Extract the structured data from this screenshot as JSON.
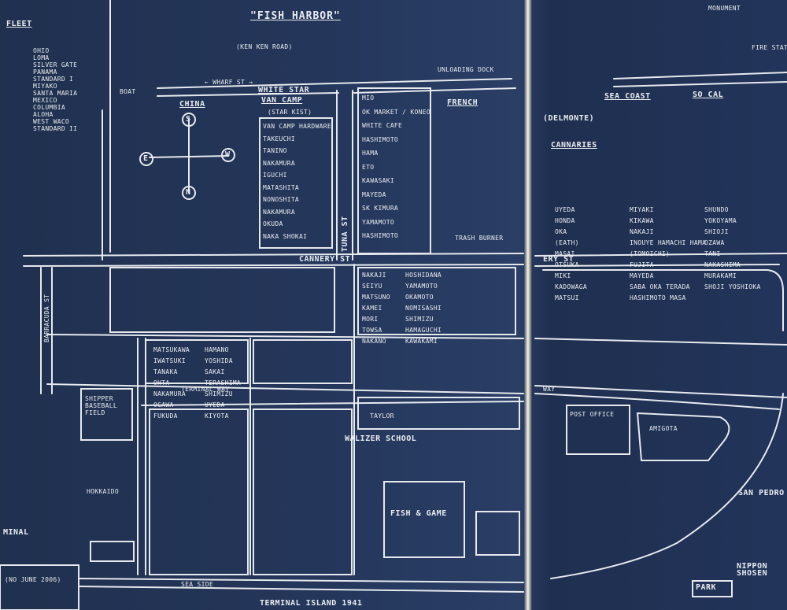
{
  "title": "\"FISH HARBOR\"",
  "subtitle": "(KEN KEN ROAD)",
  "top_left": "FLEET",
  "compass": {
    "s": "S",
    "e": "E",
    "w": "W",
    "n": "N"
  },
  "streets": {
    "wharf": "← WHARF ST →",
    "cannery": "CANNERY ST",
    "tuna": "TUNA ST",
    "barracuda": "BARRACUDA ST",
    "terminal_way": "TERMINAL WAY",
    "sea_side": "SEA SIDE",
    "cannery_st_r": "ERY ST",
    "way_r": "WAY"
  },
  "canneries": {
    "china": "CHINA",
    "white_star": "WHITE STAR",
    "van_camp": "VAN CAMP",
    "star_kist": "(STAR KIST)",
    "french": "FRENCH",
    "sea_coast": "SEA COAST",
    "so_cal": "SO CAL",
    "del_monte": "(DELMONTE)",
    "canneries": "CANNARIES"
  },
  "places": {
    "boat": "BOAT",
    "unload": "UNLOADING DOCK",
    "trash": "TRASH BURNER",
    "fish_game": "FISH & GAME",
    "walizer": "WALIZER SCHOOL",
    "shipper": "SHIPPER BASEBALL FIELD",
    "hokkaido": "HOKKAIDO",
    "minal": "MINAL",
    "park": "PARK",
    "nippon": "NIPPON SHOSEN",
    "san_pedro": "SAN PEDRO",
    "amigota": "AMIGOTA",
    "post_office": "POST OFFICE",
    "taylor": "TAYLOR",
    "monument": "MONUMENT",
    "fire": "FIRE STATION",
    "date": "(NO JUNE 2006)",
    "bottom": "TERMINAL ISLAND 1941"
  },
  "fleet_list": [
    "OHIO",
    "LOMA",
    "SILVER GATE",
    "PANAMA",
    "STANDARD I",
    "MIYAKO",
    "SANTA MARIA",
    "MEXICO",
    "COLUMBIA",
    "ALOHA",
    "WEST WACO",
    "STANDARD II"
  ],
  "vancamp_names": [
    "VAN CAMP HARDWARE",
    "TAKEUCHI",
    "TANINO",
    "NAKAMURA",
    "IGUCHI",
    "MATASHITA",
    "NONOSHITA",
    "NAKAMURA",
    "OKUDA",
    "NAKA SHOKAI"
  ],
  "tuna_names": [
    "MIO",
    "OK MARKET / KONEO",
    "WHITE CAFE",
    "HASHIMOTO",
    "HAMA",
    "ETO",
    "KAWASAKI",
    "MAYEDA",
    "SK KIMURA",
    "YAMAMOTO",
    "HASHIMOTO"
  ],
  "right_names": [
    "UYEDA",
    "HONDA",
    "OKA",
    "(EATH)",
    "MASAI",
    "OTSUKA",
    "MIKI",
    "KADOWAGA",
    "MATSUI",
    "MIYAKI",
    "KIKAWA",
    "NAKAJI",
    "INOUYE HAMACHI HAMA",
    "(TOMOICHI)",
    "FUJITA",
    "MAYEDA",
    "SABA OKA TERADA",
    "HASHIMOTO MASA",
    "SHUNDO",
    "YOKOYAMA",
    "SHIOJI",
    "OZAWA",
    "TANI",
    "NAKASHIMA",
    "MURAKAMI",
    "SHOJI YOSHIOKA"
  ],
  "mid_names": [
    "NAKAJI",
    "SEIYU",
    "MATSUNO",
    "KAMEI",
    "MORI",
    "TOWSA",
    "NAKANO",
    "HOSHIDANA",
    "YAMAMOTO",
    "OKAMOTO",
    "NOMISASHI",
    "SHIMIZU",
    "HAMAGUCHI",
    "KAWAKAMI"
  ],
  "left_names": [
    "MATSUKAWA",
    "IWATSUKI",
    "TANAKA",
    "OHTA",
    "NAKAMURA",
    "OGAWA",
    "FUKUDA",
    "HAMANO",
    "YOSHIDA",
    "SAKAI",
    "TERASHIMA",
    "SHIMIZU",
    "UYEDA",
    "KIYOTA"
  ]
}
